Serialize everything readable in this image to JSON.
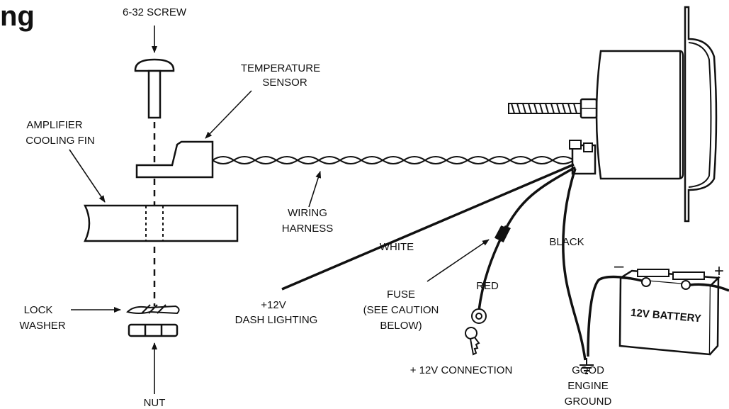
{
  "heading_fragment": "ng",
  "labels": {
    "screw": "6-32 SCREW",
    "temperature_sensor": [
      "TEMPERATURE",
      "SENSOR"
    ],
    "amplifier_cooling_fin": [
      "AMPLIFIER",
      "COOLING FIN"
    ],
    "wiring_harness": [
      "WIRING",
      "HARNESS"
    ],
    "white": "WHITE",
    "black": "BLACK",
    "red": "RED",
    "dash_lighting": [
      "+12V",
      "DASH LIGHTING"
    ],
    "fuse": [
      "FUSE",
      "(SEE CAUTION",
      "BELOW)"
    ],
    "connection_12v": "+ 12V CONNECTION",
    "lock_washer": [
      "LOCK",
      "WASHER"
    ],
    "nut": "NUT",
    "good_engine_ground": [
      "GOOD",
      "ENGINE",
      "GROUND"
    ],
    "battery": "12V BATTERY",
    "battery_negative": "–",
    "battery_positive": "+"
  },
  "colors": {
    "ink": "#111111",
    "background": "#ffffff"
  }
}
